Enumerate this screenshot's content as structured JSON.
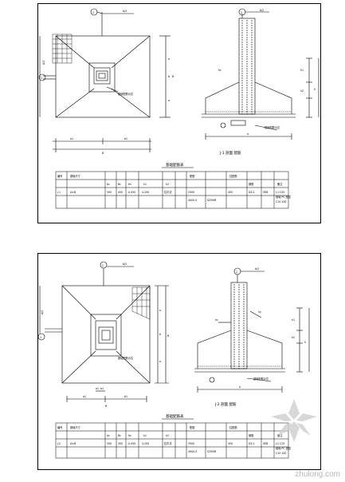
{
  "sheets": [
    {
      "id": "J-1",
      "plan": {
        "top_mark": "2",
        "dim_top": "A/2",
        "side_mark": "1",
        "left_dim": "A/2",
        "col_dims": [
          "a1",
          "b",
          "a"
        ],
        "bottom_dims": [
          "a1",
          "b1"
        ],
        "bottom_total": "B",
        "right_dims": [
          "a",
          "b",
          "a",
          "B"
        ],
        "note": "基础配筋示意"
      },
      "section": {
        "top_mark": "2",
        "dim_top": "b/2",
        "label_hc": "hc",
        "right_dims": [
          "h1",
          "h2",
          "h"
        ],
        "note": "基础配筋示意",
        "bottom_total": "a",
        "caption": "J-1 剖面 配筋"
      },
      "table": {
        "title": "基础配筋表",
        "headers": [
          "编号",
          "基础尺寸",
          "Ac",
          "Bc",
          "Hc",
          "h1",
          "h2",
          "配筋",
          "柱配筋",
          "钢筋",
          "备注"
        ],
        "row": [
          "J-1",
          "A×B",
          "500",
          "450",
          "-0.050",
          "4.200",
          "柱平法",
          "2500",
          "450",
          "DZ-1",
          "SEB"
        ],
        "row2": [
          "",
          "",
          "",
          "",
          "",
          "",
          "",
          "4000-S",
          "S25HM"
        ],
        "remarks": [
          "J-1 C25",
          "基础 PC 垫层",
          "C15 100"
        ]
      }
    },
    {
      "id": "J-2",
      "plan": {
        "top_mark": "2",
        "dim_top": "b/2",
        "side_mark": "1",
        "left_dim": "A/2",
        "col_dims": [
          "a1",
          "b1"
        ],
        "bottom_dims": [
          "a1",
          "b1"
        ],
        "bottom_total": "B",
        "right_dims": [
          "a",
          "b",
          "a",
          "B"
        ],
        "note": "基础配筋示意"
      },
      "section": {
        "top_mark": "2",
        "dim_top": "b/2",
        "label_hc": "hc",
        "label_hy": "hy",
        "right_dims": [
          "h1",
          "h2",
          "h"
        ],
        "note": "基础配筋示意",
        "bottom_total": "a",
        "caption": "J-2 剖面 配筋"
      },
      "table": {
        "title": "基础配筋表",
        "headers": [
          "编号",
          "基础尺寸",
          "Ac",
          "Bc",
          "Hc",
          "h1",
          "h2",
          "配筋",
          "柱配筋",
          "钢筋",
          "备注"
        ],
        "row": [
          "J-2",
          "A×B",
          "500",
          "450",
          "-0.050",
          "4.200",
          "柱平法",
          "3500",
          "450",
          "DZ-1",
          "SEB"
        ],
        "row2": [
          "",
          "",
          "",
          "",
          "",
          "",
          "",
          "4000-S",
          "S25HM"
        ],
        "remarks": [
          "J-2 C25",
          "基础 PC 垫层",
          "C15 100"
        ]
      }
    }
  ],
  "watermark": "zhulong.com"
}
